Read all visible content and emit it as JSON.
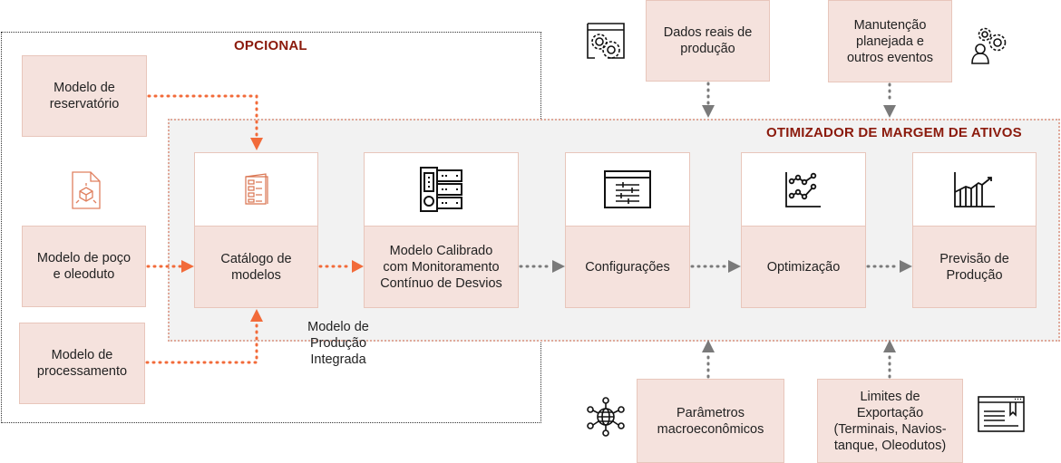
{
  "optional_section": {
    "title": "OPCIONAL",
    "inputs": [
      {
        "label": "Modelo de\nreservatório"
      },
      {
        "label": "Modelo de poço\ne oleoduto"
      },
      {
        "label": "Modelo de\nprocessamento"
      }
    ],
    "integrated_label": "Modelo de\nProdução\nIntegrada"
  },
  "optimizer_section": {
    "title": "OTIMIZADOR DE MARGEM DE ATIVOS",
    "cards": [
      {
        "label": "Catálogo de\nmodelos",
        "icon": "catalog-icon"
      },
      {
        "label": "Modelo Calibrado\ncom Monitoramento\nContínuo de Desvios",
        "icon": "server-icon"
      },
      {
        "label": "Configurações",
        "icon": "settings-sliders-icon"
      },
      {
        "label": "Optimização",
        "icon": "line-chart-icon"
      },
      {
        "label": "Previsão de\nProdução",
        "icon": "bar-chart-growth-icon"
      }
    ]
  },
  "external_inputs": {
    "top": [
      {
        "label": "Dados reais de\nprodução",
        "icon": "window-gears-icon"
      },
      {
        "label": "Manutenção\nplanejada e\noutros eventos",
        "icon": "user-gears-icon"
      }
    ],
    "bottom": [
      {
        "label": "Parâmetros\nmacroeconômicos",
        "icon": "global-network-icon"
      },
      {
        "label": "Limites de\nExportação\n(Terminais, Navios-\ntanque, Oleodutos)",
        "icon": "document-bookmark-icon"
      }
    ]
  },
  "colors": {
    "accent_orange": "#f26b3a",
    "title_red": "#8b1a0c",
    "box_fill": "#f5e2dd",
    "connector_gray": "#7a7a7a"
  }
}
